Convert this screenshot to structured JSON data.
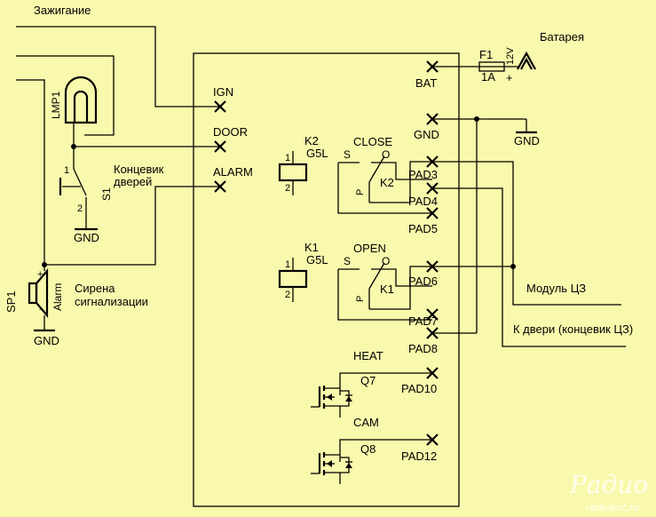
{
  "labels": {
    "ignition": "Зажигание",
    "battery": "Батарея",
    "fuse_ref": "F1",
    "fuse_value": "1A",
    "battery_voltage": "12V",
    "battery_plus": "+",
    "lamp_ref": "LMP1",
    "switch_pin1": "1",
    "switch_pin2": "2",
    "switch_ref": "S1",
    "door_switch_line1": "Концевик",
    "door_switch_line2": "дверей",
    "gnd": "GND",
    "siren_ref": "SP1",
    "siren_alarm": "Alarm",
    "siren_plus": "+",
    "siren_minus": "-",
    "siren_line1": "Сирена",
    "siren_line2": "сигнализации",
    "pad_ign": "IGN",
    "pad_door": "DOOR",
    "pad_alarm": "ALARM",
    "pad_bat": "BAT",
    "pad_gnd": "GND",
    "k2_ref": "K2",
    "k2_type": "G5L",
    "k2_contact": "K2",
    "k1_ref": "K1",
    "k1_type": "G5L",
    "k1_contact": "K1",
    "close": "CLOSE",
    "open": "OPEN",
    "sw_s": "S",
    "sw_o": "O",
    "sw_p": "P",
    "coil_pin1": "1",
    "coil_pin2": "2",
    "pad3": "PAD3",
    "pad4": "PAD4",
    "pad5": "PAD5",
    "pad6": "PAD6",
    "pad7": "PAD7",
    "pad8": "PAD8",
    "heat": "HEAT",
    "q7": "Q7",
    "pad10": "PAD10",
    "cam": "CAM",
    "q8": "Q8",
    "pad12": "PAD12",
    "lock_module": "Модуль ЦЗ",
    "door_lock_switch": "К двери (концевик ЦЗ)"
  },
  "watermark": {
    "logo": "Радио КОТ",
    "site": "radiokot.ru"
  },
  "colors": {
    "background": "#f9f9ad",
    "ink": "#000000",
    "watermark": "#ffffff"
  }
}
